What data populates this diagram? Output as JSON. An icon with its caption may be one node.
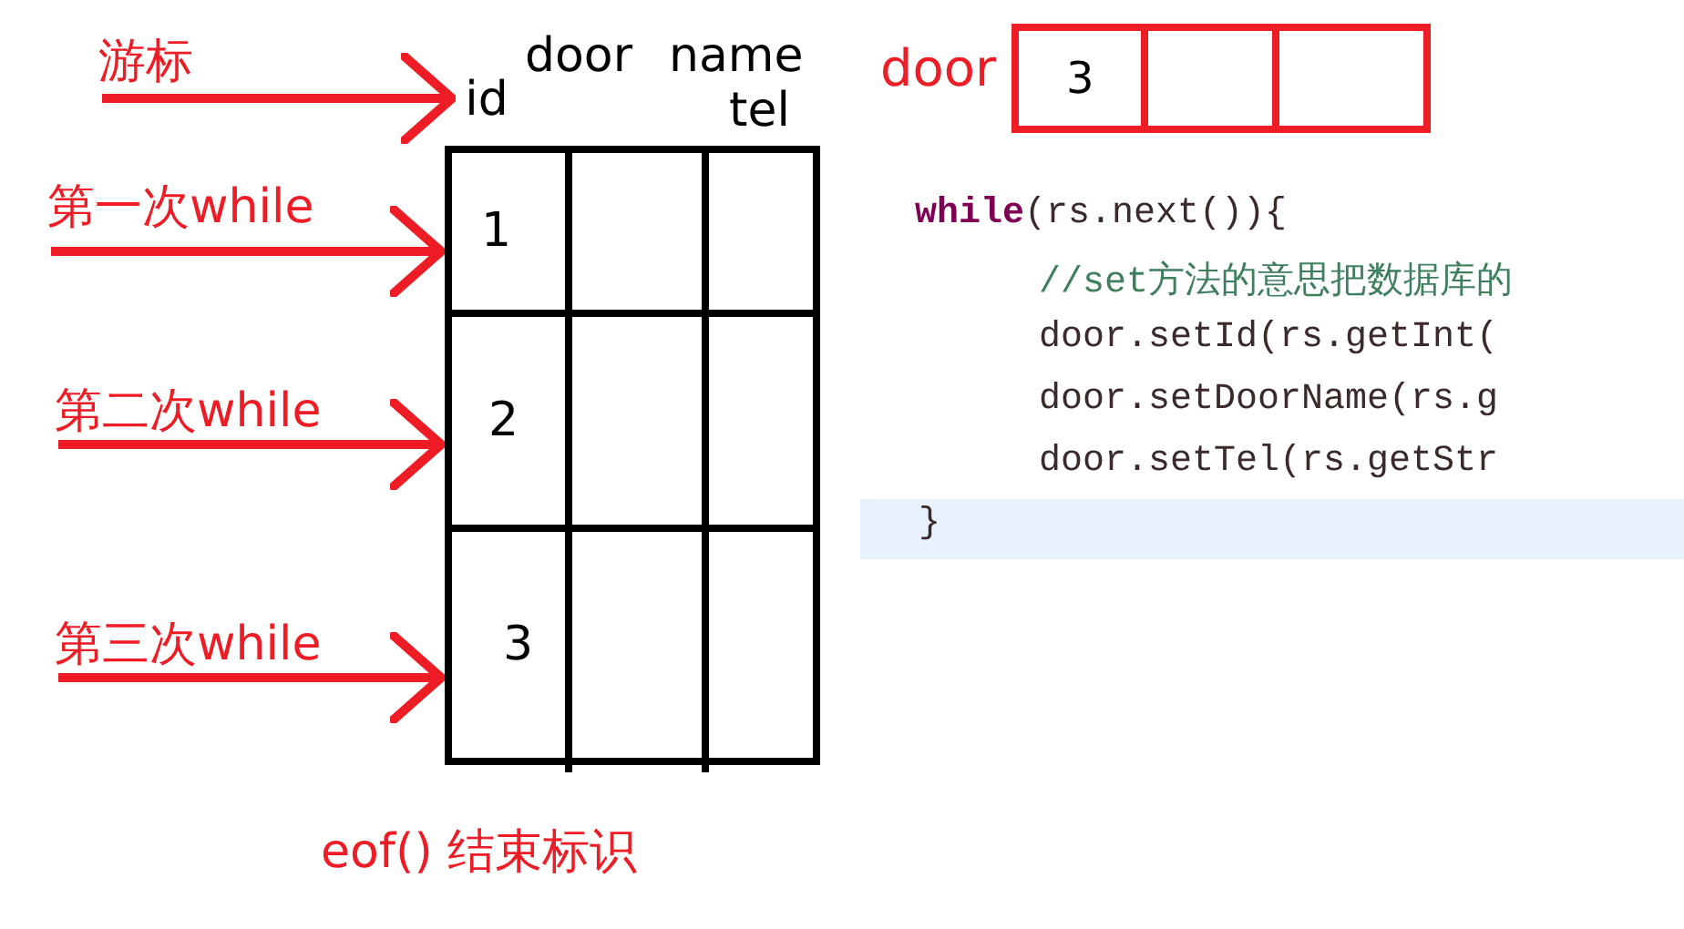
{
  "diagram": {
    "nodes": [
      {
        "text": [
          "游标"
        ]
      },
      {
        "text": [
          "id"
        ]
      },
      {
        "text": [
          "第一次while"
        ]
      },
      {
        "text": [
          "1"
        ]
      },
      {
        "text": [
          "第二次while"
        ]
      },
      {
        "text": [
          "2"
        ]
      },
      {
        "text": [
          "第三次while"
        ]
      },
      {
        "text": [
          "3"
        ]
      },
      {
        "text": [
          "3"
        ],
        "beside": [
          "door"
        ]
      }
    ],
    "edges": [
      {
        "from": 0,
        "to": 1,
        "arrow": "to"
      },
      {
        "from": 2,
        "to": 3,
        "arrow": "to"
      },
      {
        "from": 4,
        "to": 5,
        "arrow": "to"
      },
      {
        "from": 6,
        "to": 7,
        "arrow": "to"
      }
    ],
    "labels": [
      "door",
      "name",
      "tel",
      "eof() 结束标识",
      "**while**(rs.next()){",
      "//set方法的意思把数据库的",
      "door.setId(rs.getInt(",
      "door.setDoorName(rs.g",
      "door.setTel(rs.getStr",
      "}"
    ]
  }
}
